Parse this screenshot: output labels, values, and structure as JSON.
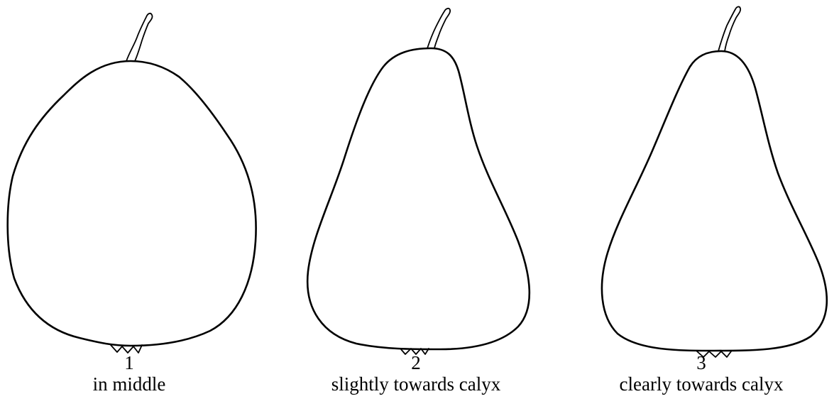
{
  "pears": [
    {
      "number": "1",
      "label": "in middle"
    },
    {
      "number": "2",
      "label": "slightly towards calyx"
    },
    {
      "number": "3",
      "label": "clearly towards calyx"
    }
  ],
  "colors": {
    "outline": "#000000",
    "background": "#ffffff"
  }
}
